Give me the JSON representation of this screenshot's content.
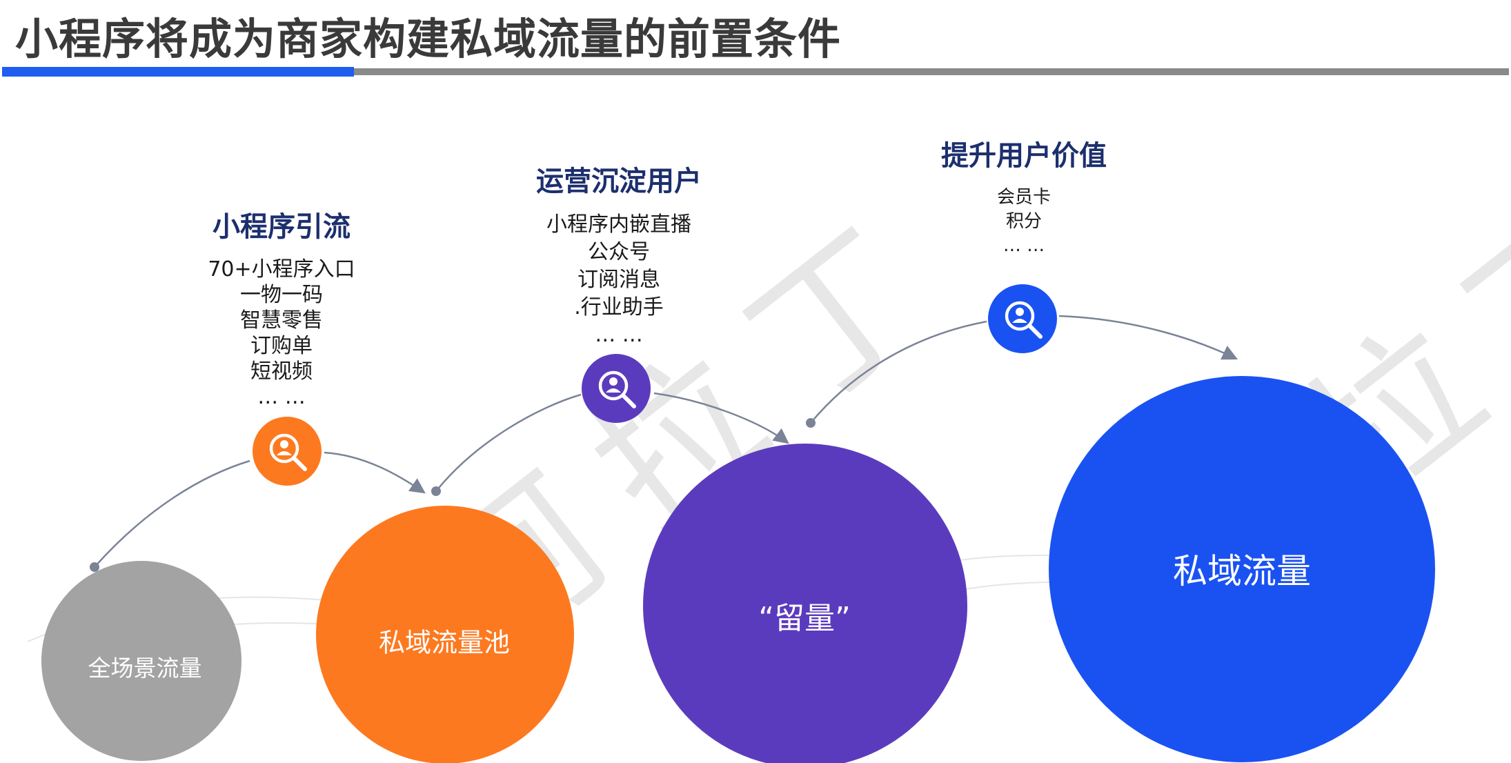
{
  "title": "小程序将成为商家构建私域流量的前置条件",
  "colors": {
    "accent_blue": "#1f5cf0",
    "orange": "#fd7920",
    "purple": "#5b3bbd",
    "gray": "#a3a3a3",
    "title_navy": "#1c2f6e",
    "arrow": "#7a8496"
  },
  "steps": [
    {
      "title": "小程序引流",
      "items": [
        "70+小程序入口",
        "一物一码",
        "智慧零售",
        "订购单",
        "短视频",
        "… …"
      ],
      "icon": "user-search-icon"
    },
    {
      "title": "运营沉淀用户",
      "items": [
        "小程序内嵌直播",
        "公众号",
        "订阅消息",
        ".行业助手",
        "… …"
      ],
      "icon": "user-search-icon"
    },
    {
      "title": "提升用户价值",
      "items": [
        "会员卡",
        "积分",
        "… …"
      ],
      "icon": "user-search-icon"
    }
  ],
  "circles": {
    "all_traffic": "全场景流量",
    "pool": "私域流量池",
    "retention": "“留量”",
    "private_traffic": "私域流量"
  },
  "watermark": "阿拉丁"
}
